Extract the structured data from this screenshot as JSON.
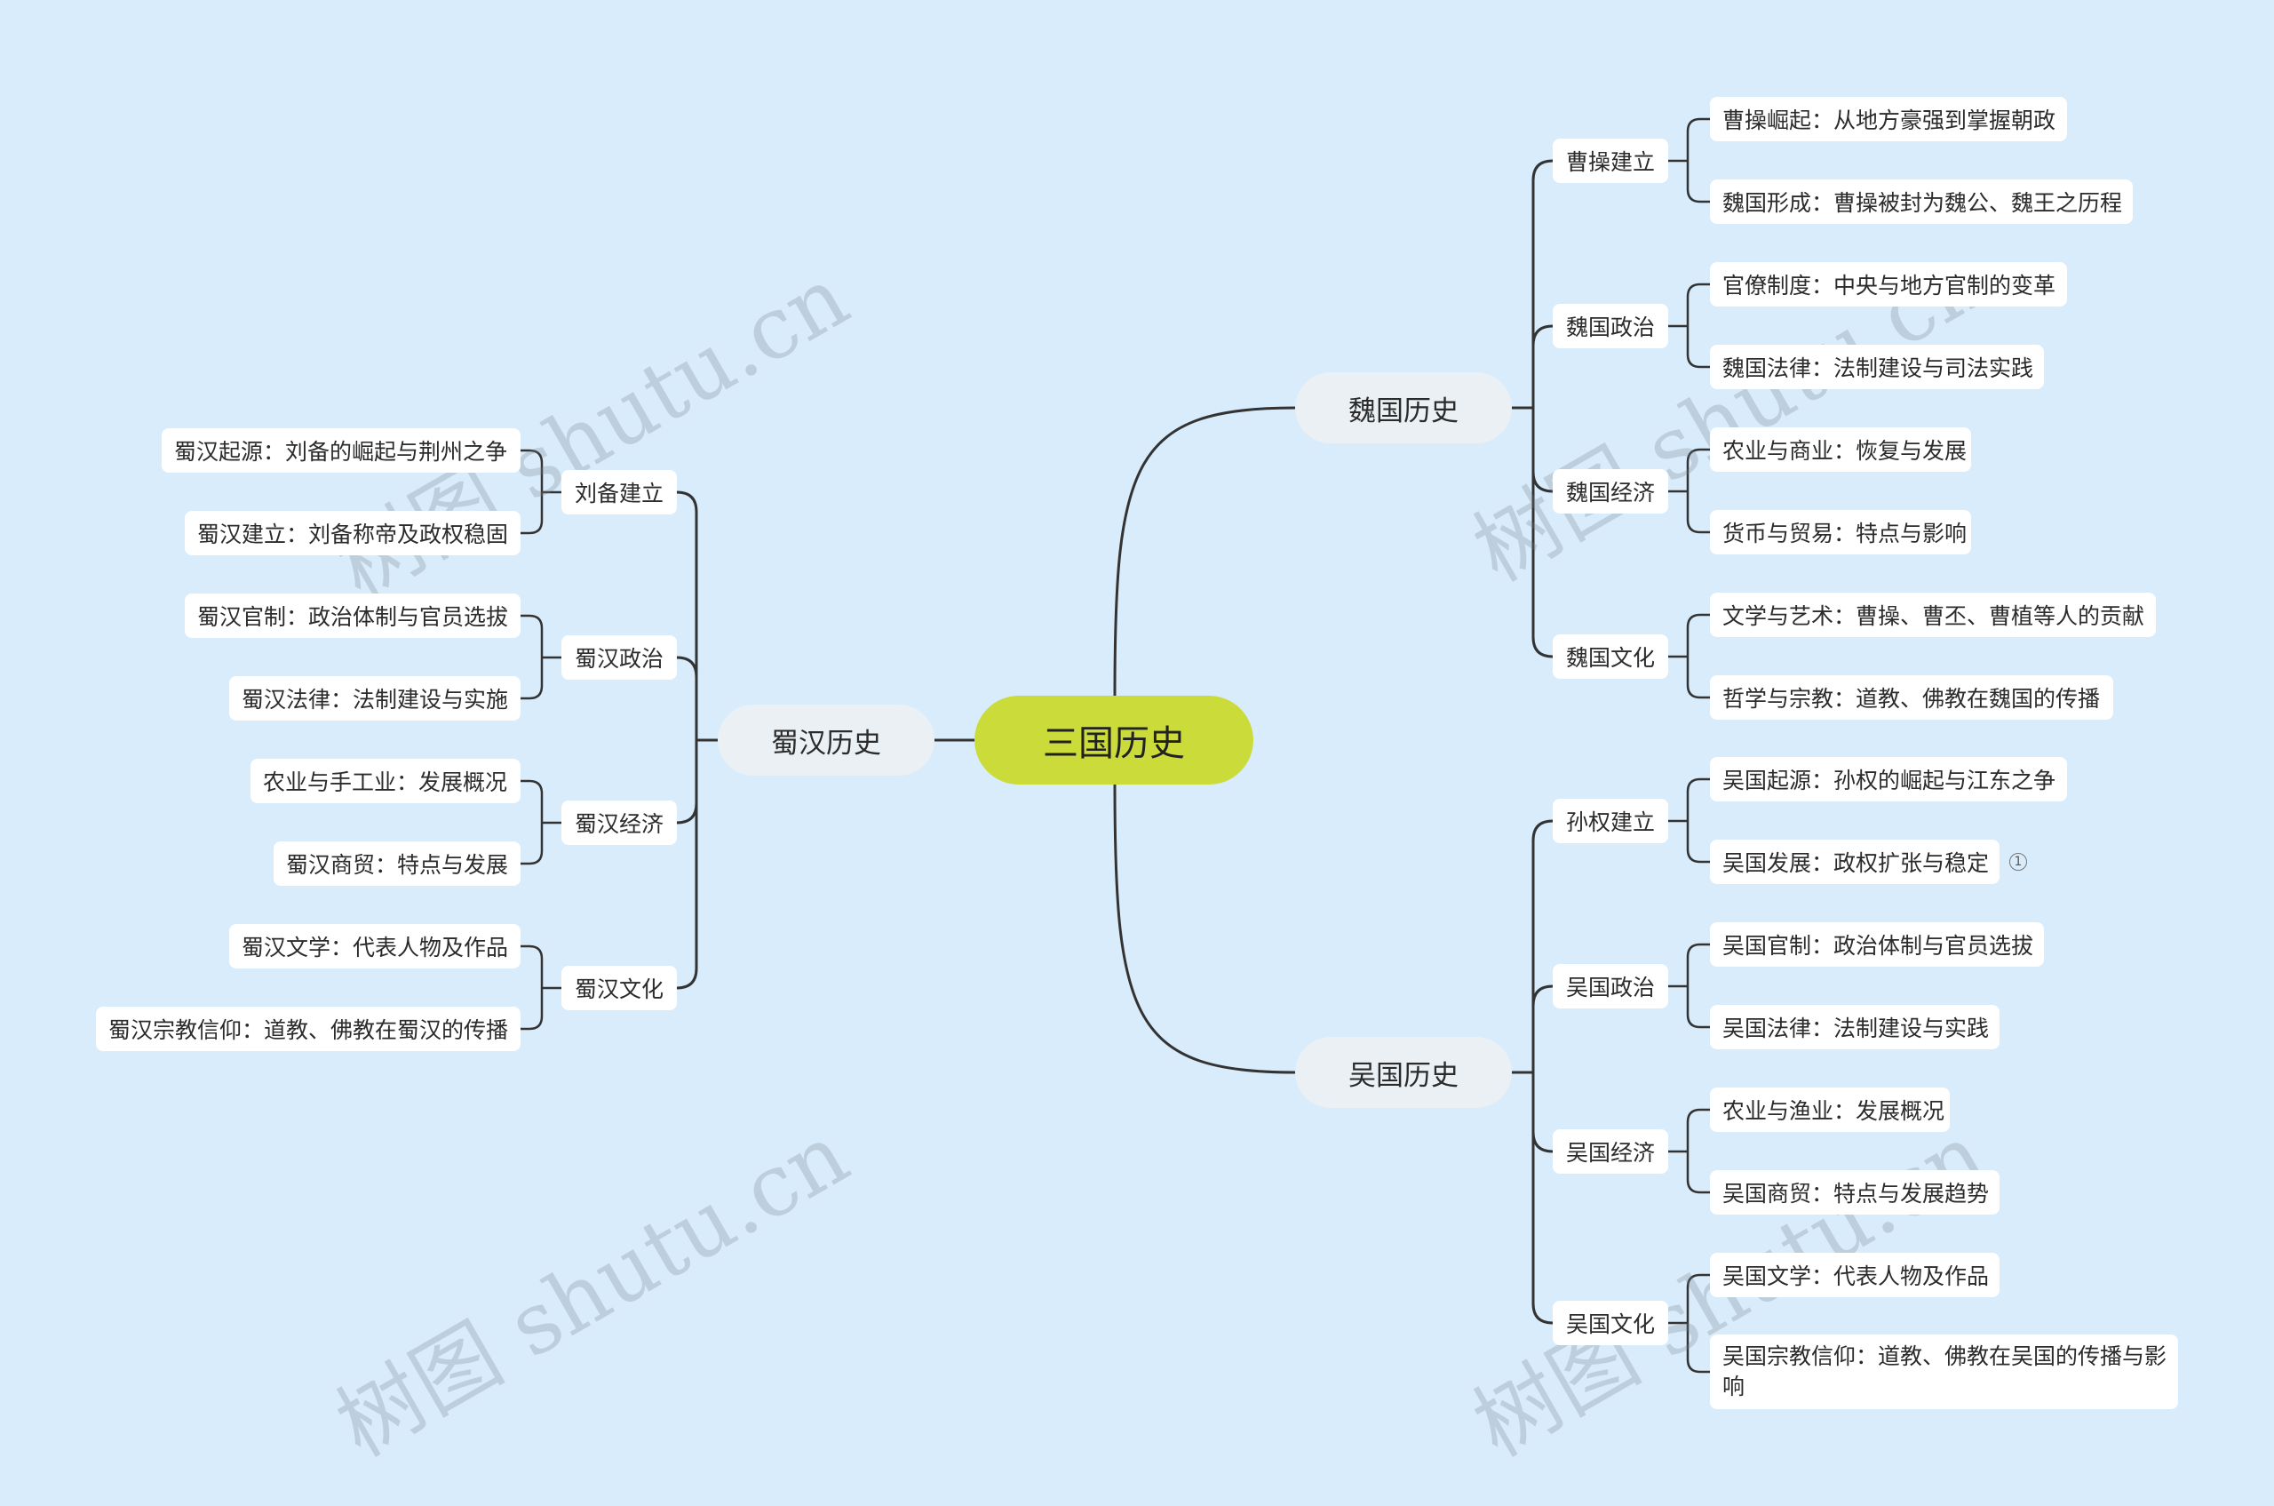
{
  "root": {
    "label": "三国历史"
  },
  "watermark": "树图 shutu.cn",
  "branches": [
    {
      "label": "魏国历史",
      "subs": [
        {
          "label": "曹操建立",
          "leaves": [
            "曹操崛起：从地方豪强到掌握朝政",
            "魏国形成：曹操被封为魏公、魏王之历程"
          ]
        },
        {
          "label": "魏国政治",
          "leaves": [
            "官僚制度：中央与地方官制的变革",
            "魏国法律：法制建设与司法实践"
          ]
        },
        {
          "label": "魏国经济",
          "leaves": [
            "农业与商业：恢复与发展",
            "货币与贸易：特点与影响"
          ]
        },
        {
          "label": "魏国文化",
          "leaves": [
            "文学与艺术：曹操、曹丕、曹植等人的贡献",
            "哲学与宗教：道教、佛教在魏国的传播"
          ]
        }
      ]
    },
    {
      "label": "吴国历史",
      "subs": [
        {
          "label": "孙权建立",
          "leaves": [
            "吴国起源：孙权的崛起与江东之争",
            "吴国发展：政权扩张与稳定"
          ]
        },
        {
          "label": "吴国政治",
          "leaves": [
            "吴国官制：政治体制与官员选拔",
            "吴国法律：法制建设与实践"
          ]
        },
        {
          "label": "吴国经济",
          "leaves": [
            "农业与渔业：发展概况",
            "吴国商贸：特点与发展趋势"
          ]
        },
        {
          "label": "吴国文化",
          "leaves": [
            "吴国文学：代表人物及作品",
            "吴国宗教信仰：道教、佛教在吴国的传播与影响"
          ]
        }
      ]
    },
    {
      "label": "蜀汉历史",
      "subs": [
        {
          "label": "刘备建立",
          "leaves": [
            "蜀汉起源：刘备的崛起与荆州之争",
            "蜀汉建立：刘备称帝及政权稳固"
          ]
        },
        {
          "label": "蜀汉政治",
          "leaves": [
            "蜀汉官制：政治体制与官员选拔",
            "蜀汉法律：法制建设与实施"
          ]
        },
        {
          "label": "蜀汉经济",
          "leaves": [
            "农业与手工业：发展概况",
            "蜀汉商贸：特点与发展"
          ]
        },
        {
          "label": "蜀汉文化",
          "leaves": [
            "蜀汉文学：代表人物及作品",
            "蜀汉宗教信仰：道教、佛教在蜀汉的传播"
          ]
        }
      ]
    }
  ],
  "note_badge": "1",
  "colors": {
    "background": "#d9ecfb",
    "root": "#cbdc3a",
    "main": "#eaf0f4",
    "line": "#333333"
  }
}
